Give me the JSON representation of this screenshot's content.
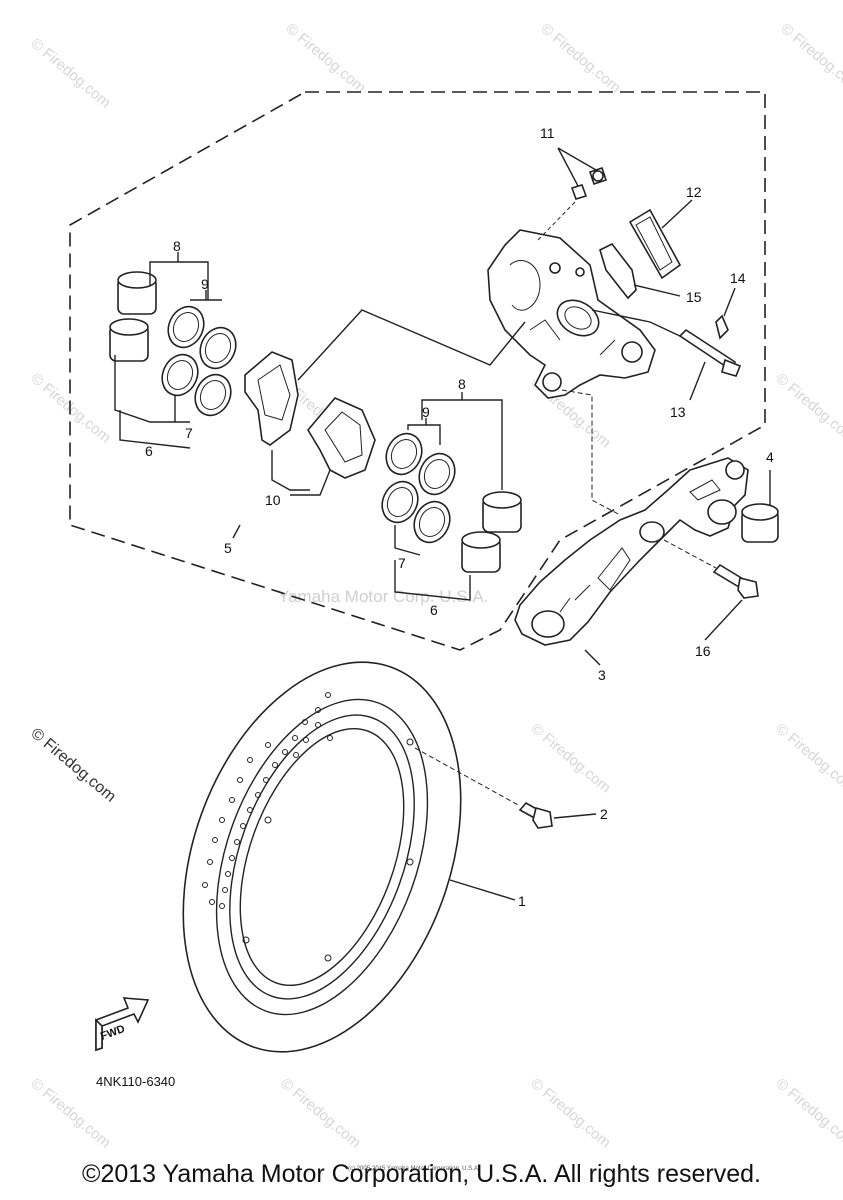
{
  "callouts": {
    "n1": "1",
    "n2": "2",
    "n3": "3",
    "n4": "4",
    "n5": "5",
    "n6a": "6",
    "n6b": "6",
    "n7a": "7",
    "n7b": "7",
    "n8a": "8",
    "n8b": "8",
    "n9a": "9",
    "n9b": "9",
    "n10": "10",
    "n11": "11",
    "n12": "12",
    "n13": "13",
    "n14": "14",
    "n15": "15",
    "n16": "16"
  },
  "watermarks": {
    "site": "© Firedog.com",
    "center": "Yamaha Motor Corp. U.S.A."
  },
  "diagram_code": "4NK110-6340",
  "fwd_label": "FWD",
  "small_notice": "(c) 2005-2015 Yamaha Motor Corporation, U.S.A.",
  "copyright": "©2013 Yamaha Motor Corporation, U.S.A. All rights reserved."
}
